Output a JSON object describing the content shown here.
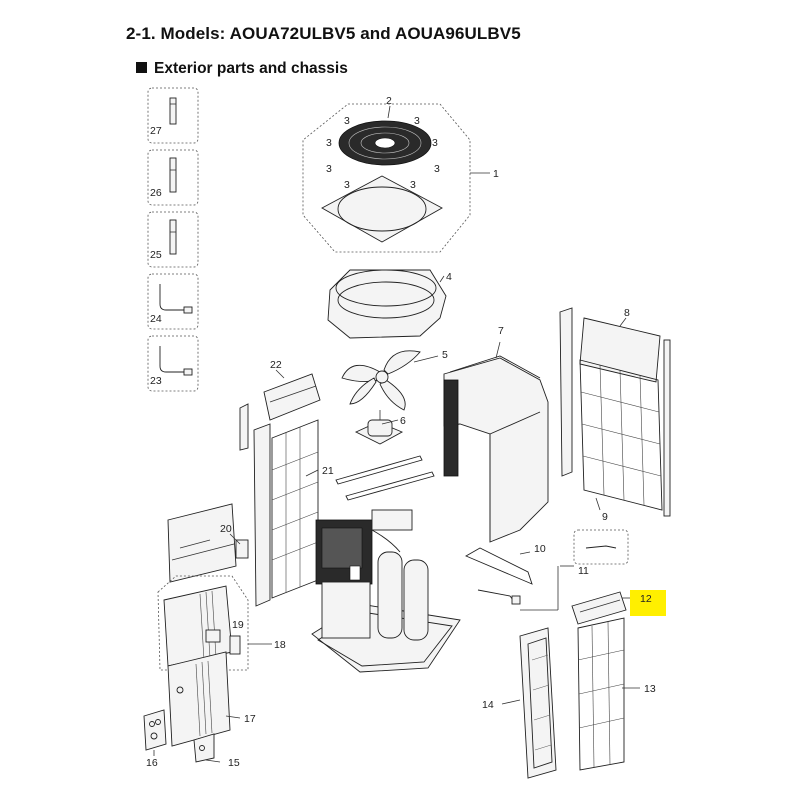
{
  "title": "2-1. Models: AOUA72ULBV5 and AOUA96ULBV5",
  "subtitle": "Exterior parts and chassis",
  "highlight_color": "#ffef00",
  "labels": {
    "p1": "1",
    "p2": "2",
    "p3": "3",
    "p4": "4",
    "p5": "5",
    "p6": "6",
    "p7": "7",
    "p8": "8",
    "p9": "9",
    "p10": "10",
    "p11": "11",
    "p12": "12",
    "p13": "13",
    "p14": "14",
    "p15": "15",
    "p16": "16",
    "p17": "17",
    "p18": "18",
    "p19": "19",
    "p20": "20",
    "p21": "21",
    "p22": "22",
    "p23": "23",
    "p24": "24",
    "p25": "25",
    "p26": "26",
    "p27": "27"
  }
}
